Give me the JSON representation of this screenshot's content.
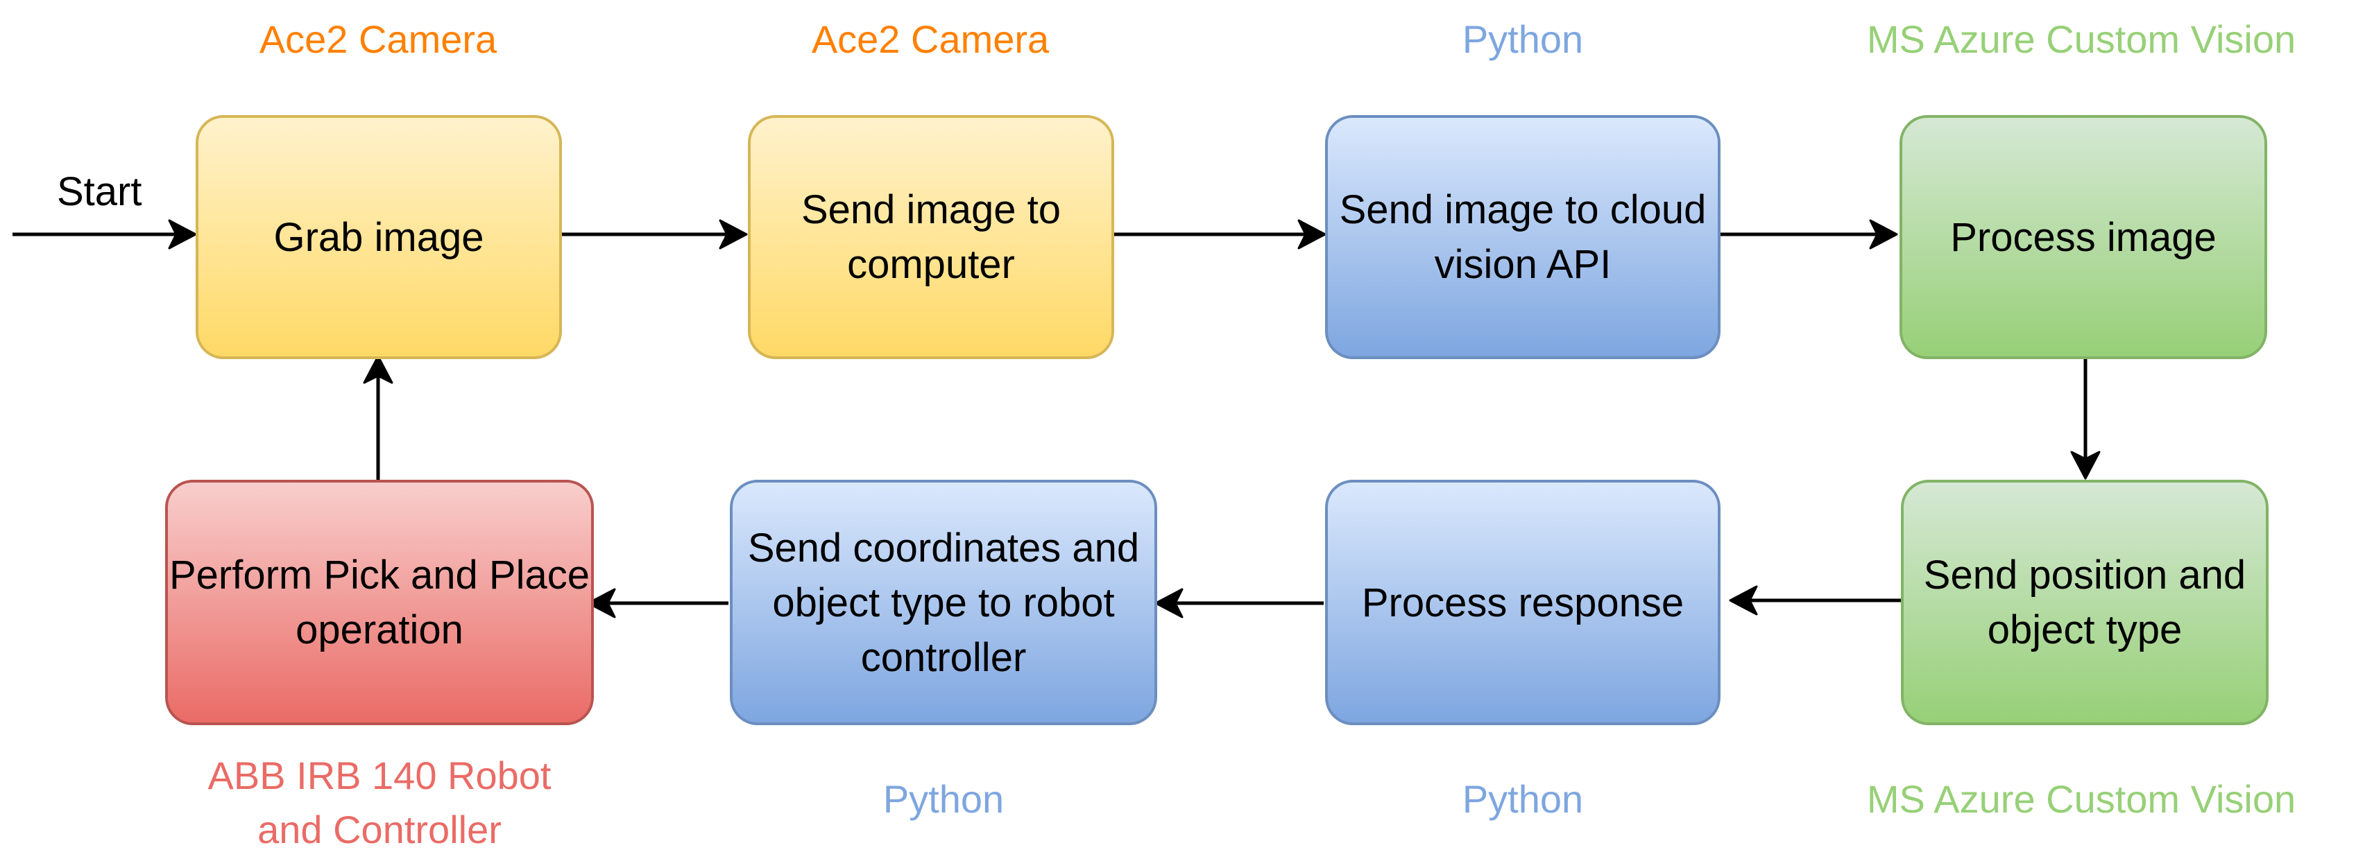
{
  "colors": {
    "orange": "#ff8000",
    "blue": "#7ea6e0",
    "green": "#97d077",
    "red": "#ea6b66",
    "arrow": "#000000"
  },
  "start_label": "Start",
  "tech_labels": {
    "grab": "Ace2 Camera",
    "send_computer": "Ace2 Camera",
    "send_api": "Python",
    "process_image": "MS Azure Custom Vision",
    "pick_place_line1": "ABB IRB 140 Robot",
    "pick_place_line2": "and Controller",
    "send_coords": "Python",
    "process_response": "Python",
    "send_position": "MS Azure Custom Vision"
  },
  "steps": {
    "grab": {
      "line1": "Grab image"
    },
    "send_computer": {
      "line1": "Send image to",
      "line2": "computer"
    },
    "send_api": {
      "line1": "Send image to",
      "line2": "cloud vision API"
    },
    "process_image": {
      "line1": "Process image"
    },
    "send_position": {
      "line1": "Send position",
      "line2": "and object type"
    },
    "process_response": {
      "line1": "Process response"
    },
    "send_coords": {
      "line1": "Send coordinates",
      "line2": "and object type to",
      "line3": "robot controller"
    },
    "pick_place": {
      "line1": "Perform Pick and",
      "line2": "Place operation"
    }
  }
}
